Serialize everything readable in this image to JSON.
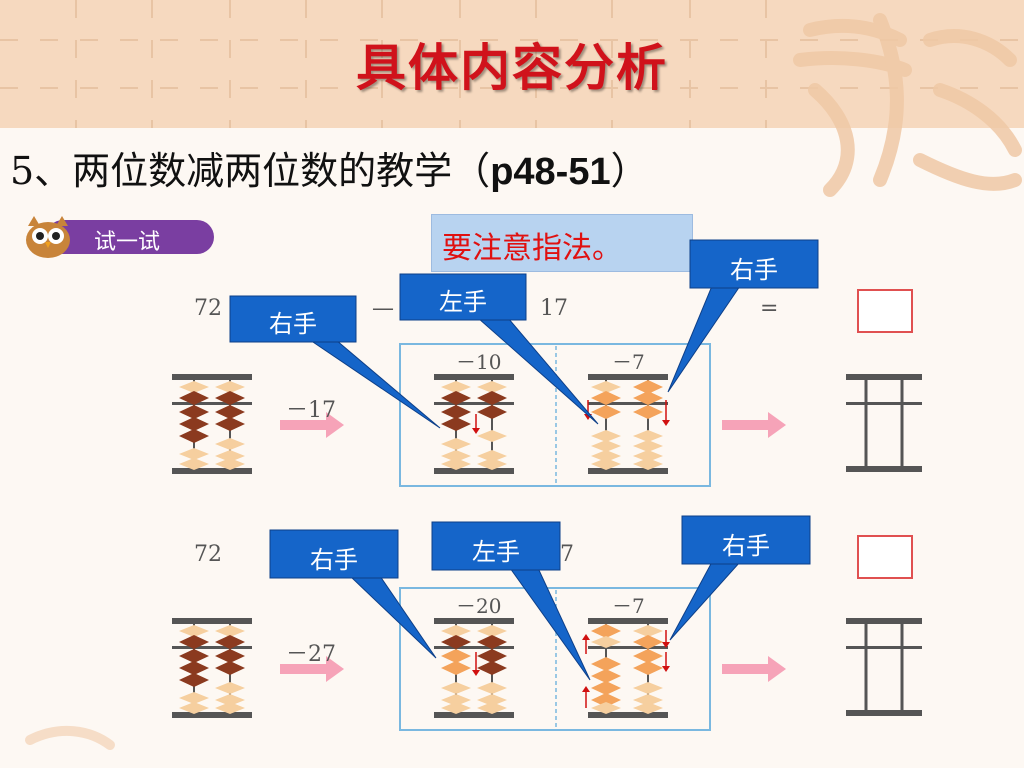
{
  "header": {
    "title": "具体内容分析"
  },
  "subtitle": {
    "prefix": "5、两位数减两位数的教学（",
    "pages": "p48-51",
    "suffix": "）"
  },
  "badge": {
    "label": "试一试"
  },
  "note": {
    "text": "要注意指法。"
  },
  "problem1": {
    "minuend": "72",
    "minus": "—",
    "subtrahend": "17",
    "equals": "=",
    "arrow_label": "－17",
    "step1": "－10",
    "step2": "－7",
    "callouts": [
      "右手",
      "左手",
      "右手"
    ]
  },
  "problem2": {
    "minuend": "72",
    "subtrahend_partial": "7",
    "arrow_label": "－27",
    "step1": "－20",
    "step2": "－7",
    "callouts": [
      "右手",
      "左手",
      "右手"
    ]
  },
  "colors": {
    "title": "#d0121b",
    "callout": "#1565c9",
    "note_text": "#e01010",
    "abacus_bead": "#8b3a1f",
    "abacus_bead_light": "#f4a35b",
    "arrow": "#f6a3b8",
    "badge": "#7a3ea1"
  }
}
